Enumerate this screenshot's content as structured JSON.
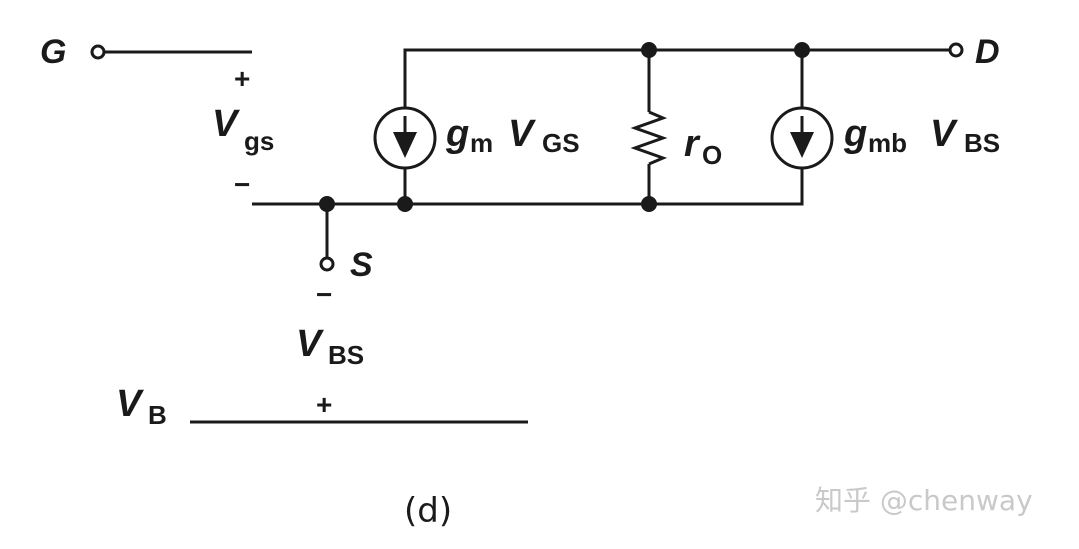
{
  "labels": {
    "gate": "G",
    "drain": "D",
    "source": "S",
    "vgs_plus": "+",
    "vgs_V": "V",
    "vgs_sub": "gs",
    "vgs_minus": "−",
    "gm_g": "g",
    "gm_sub": "m",
    "gm_V": "V",
    "gm_vsub": "GS",
    "ro_r": "r",
    "ro_sub": "O",
    "gmb_g": "g",
    "gmb_sub": "mb",
    "gmb_V": "V",
    "gmb_vsub": "BS",
    "vbs_minus": "−",
    "vbs_V": "V",
    "vbs_sub": "BS",
    "vbs_plus": "+",
    "vb_V": "V",
    "vb_sub": "B",
    "caption": "(d)",
    "watermark": "知乎 @chenway"
  }
}
